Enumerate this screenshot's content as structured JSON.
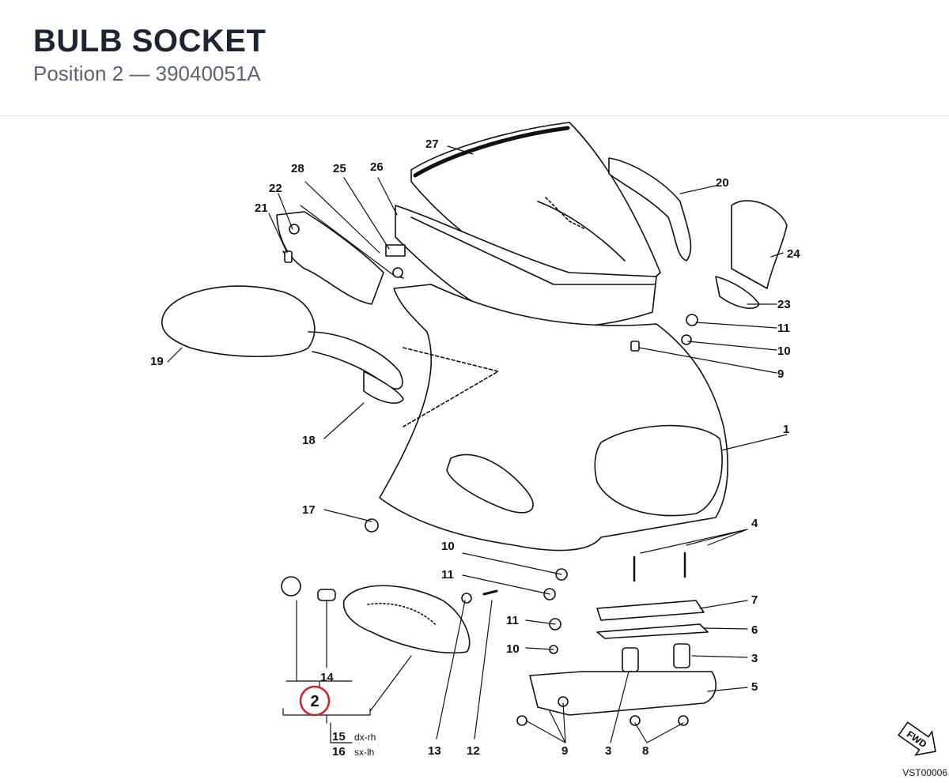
{
  "header": {
    "title": "BULB SOCKET",
    "subtitle": "Position 2 — 39040051A"
  },
  "callouts": {
    "c1": "1",
    "c2": "2",
    "c3a": "3",
    "c3b": "3",
    "c4": "4",
    "c5": "5",
    "c6": "6",
    "c7": "7",
    "c8": "8",
    "c9a": "9",
    "c9b": "9",
    "c10a": "10",
    "c10b": "10",
    "c10c": "10",
    "c11a": "11",
    "c11b": "11",
    "c11c": "11",
    "c12": "12",
    "c13": "13",
    "c14": "14",
    "c15": "15",
    "c15note": "dx-rh",
    "c16": "16",
    "c16note": "sx-lh",
    "c17": "17",
    "c18": "18",
    "c19": "19",
    "c20": "20",
    "c21": "21",
    "c22": "22",
    "c23": "23",
    "c24": "24",
    "c25": "25",
    "c26": "26",
    "c27": "27",
    "c28": "28"
  },
  "highlight": {
    "position": "2",
    "color": "#cc2229"
  },
  "icons": {
    "forward": "fwd-arrow-icon",
    "fwd_label": "FWD"
  },
  "drawing_code": "VST00006"
}
